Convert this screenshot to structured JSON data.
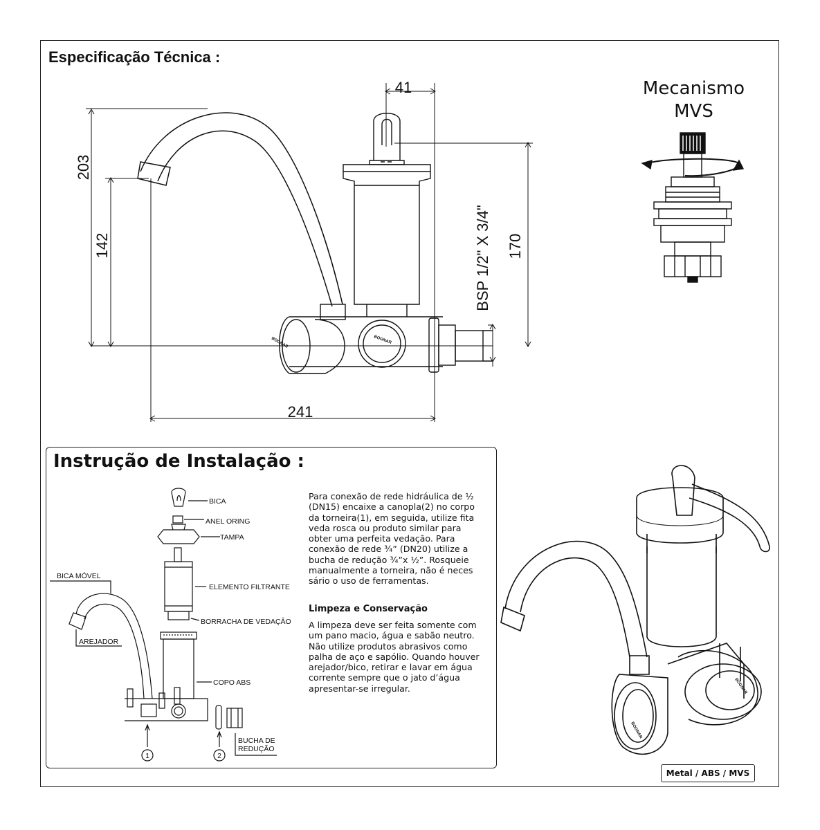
{
  "spec": {
    "title": "Especificação Técnica :",
    "dimensions": {
      "top_width": "41",
      "total_height": "203",
      "spout_height": "142",
      "body_height": "170",
      "thread": "BSP 1/2\" X 3/4\"",
      "total_length": "241"
    },
    "brand_mark": "BOGNAR"
  },
  "mechanism": {
    "line1": "Mecanismo",
    "line2": "MVS",
    "icon": "valve-cartridge-icon"
  },
  "installation": {
    "title": "Instrução de Instalação :",
    "parts": {
      "bica": "BICA",
      "anel_oring": "ANEL ORING",
      "tampa": "TAMPA",
      "elemento_filtrante": "ELEMENTO FILTRANTE",
      "borracha": "BORRACHA DE VEDAÇÃO",
      "copo_abs": "COPO ABS",
      "bica_movel": "BICA MÓVEL",
      "arejador": "AREJADOR",
      "bucha_line1": "BUCHA DE",
      "bucha_line2": "REDUÇÃO",
      "marker1": "1",
      "marker2": "2"
    },
    "text": "Para conexão de rede hidráulica de ½\n(DN15) encaixe a canopla(2) no corpo\nda torneira(1), em seguida, utilize fita\nveda rosca ou produto similar para\nobter uma perfeita vedação. Para\nconexão de rede  ¾” (DN20) utilize a\nbucha de redução ¾”x ½”.  Rosqueie\nmanualmente a torneira, não é neces\nsário o uso de ferramentas.",
    "cleaning_title": "Limpeza e Conservação",
    "cleaning_text": "A limpeza deve ser feita somente com\num pano macio, água e sabão neutro.\nNão utilize produtos abrasivos como\npalha de aço e sapólio. Quando houver\narejador/bico, retirar e lavar em água\ncorrente sempre que o jato d’água\napresentar-se irregular."
  },
  "material_badge": "Metal / ABS / MVS"
}
